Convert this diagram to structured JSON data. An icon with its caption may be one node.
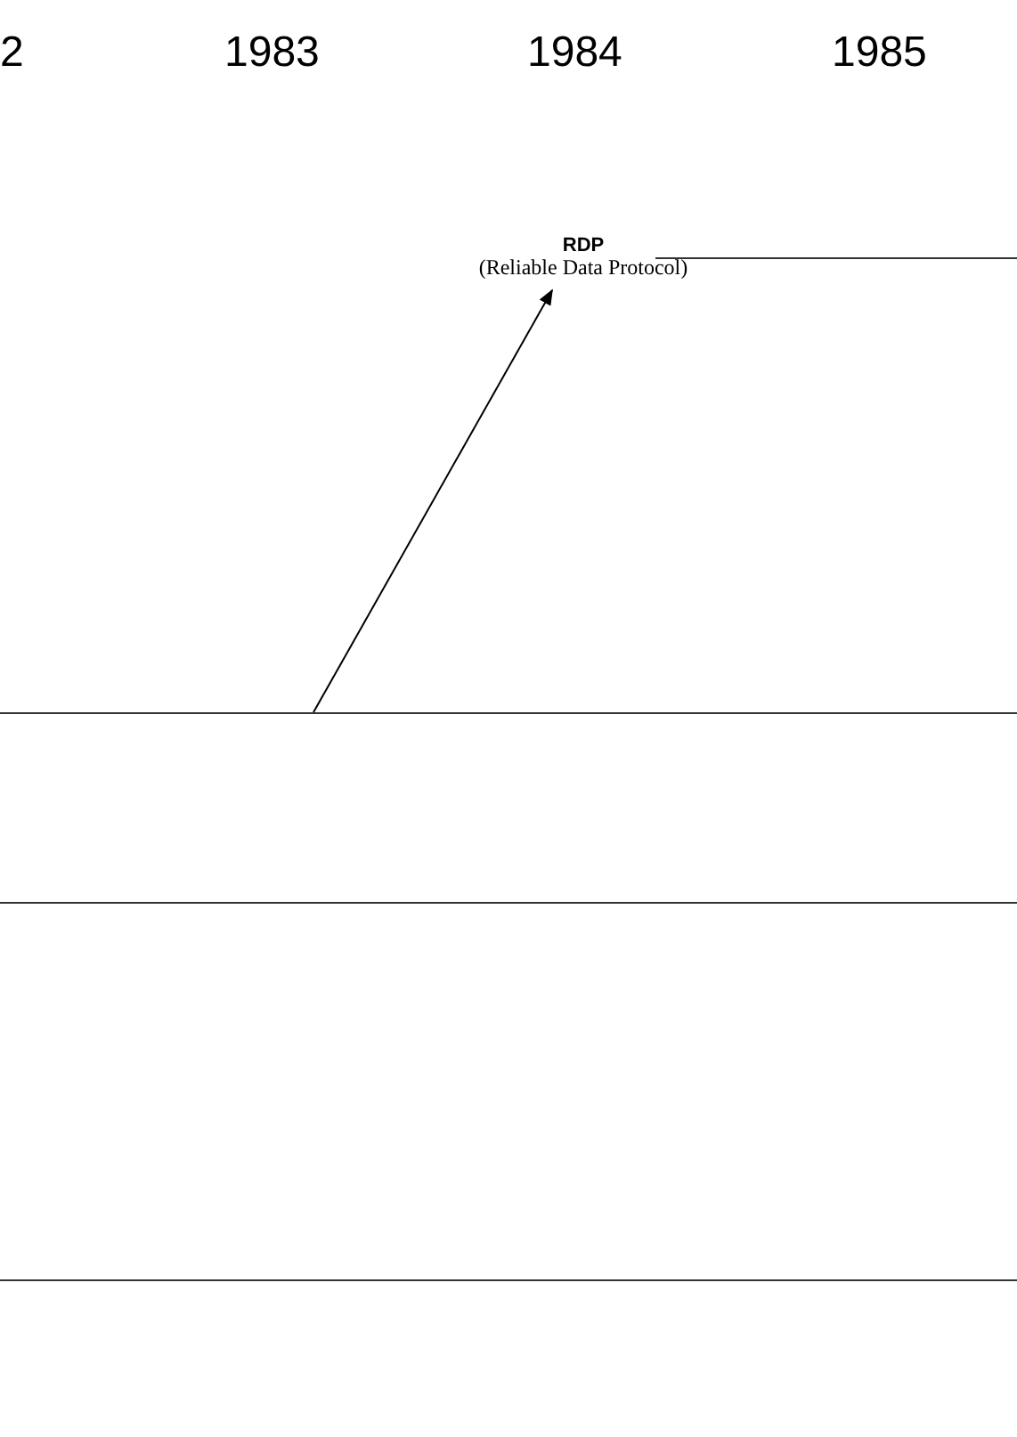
{
  "diagram": {
    "nodes": [
      {
        "text": [
          "RDP",
          "(Reliable Data Protocol)"
        ]
      },
      {
        "text": [],
        "shape": "bar"
      }
    ],
    "edges": [
      {
        "from": 1,
        "to": 0,
        "arrow": "to"
      }
    ],
    "labels": [
      "2",
      "1983",
      "1984",
      "1985"
    ]
  }
}
